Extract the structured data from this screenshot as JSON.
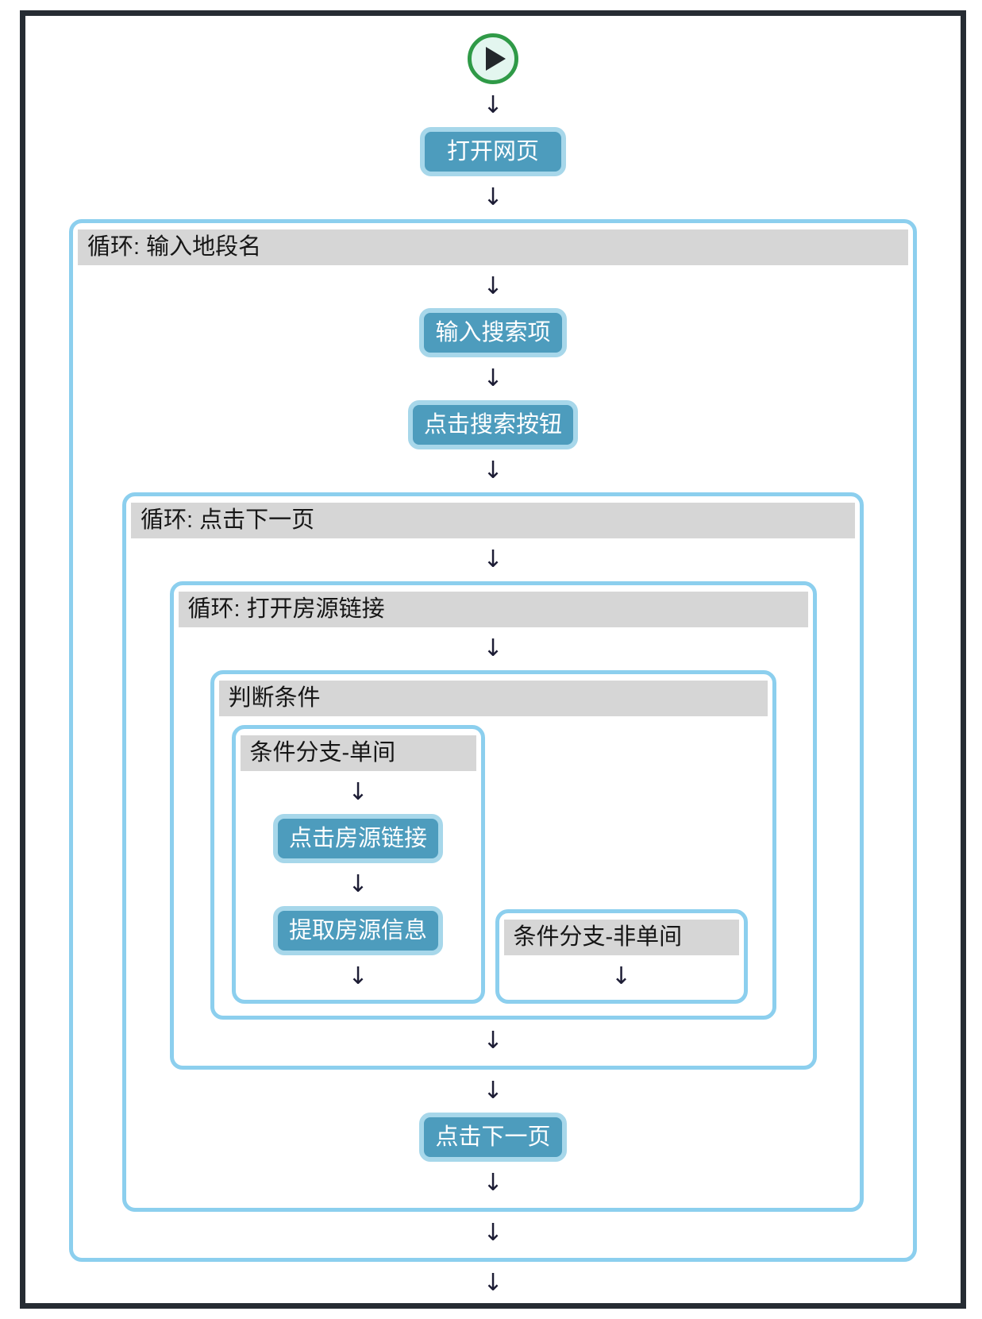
{
  "flowchart": {
    "steps": {
      "open_webpage": "打开网页",
      "input_search": "输入搜索项",
      "click_search": "点击搜索按钮",
      "click_listing": "点击房源链接",
      "extract_info": "提取房源信息",
      "click_next_page": "点击下一页"
    },
    "loops": {
      "input_location": "循环: 输入地段名",
      "click_next": "循环: 点击下一页",
      "open_listing": "循环: 打开房源链接"
    },
    "condition": {
      "title": "判断条件",
      "branch_single": "条件分支-单间",
      "branch_not_single": "条件分支-非单间"
    },
    "glyphs": {
      "arrow_down": "↓"
    },
    "colors": {
      "step_fill": "#4d9cbd",
      "step_border": "#a7d7ea",
      "loop_border": "#8ccfee",
      "header_bg": "#d6d6d6",
      "frame_border": "#262c33",
      "start_green": "#2f9a47",
      "terminal_fill": "#e3f6ef",
      "end_black": "#0d0d0d",
      "arrow": "#1d1d35"
    }
  }
}
